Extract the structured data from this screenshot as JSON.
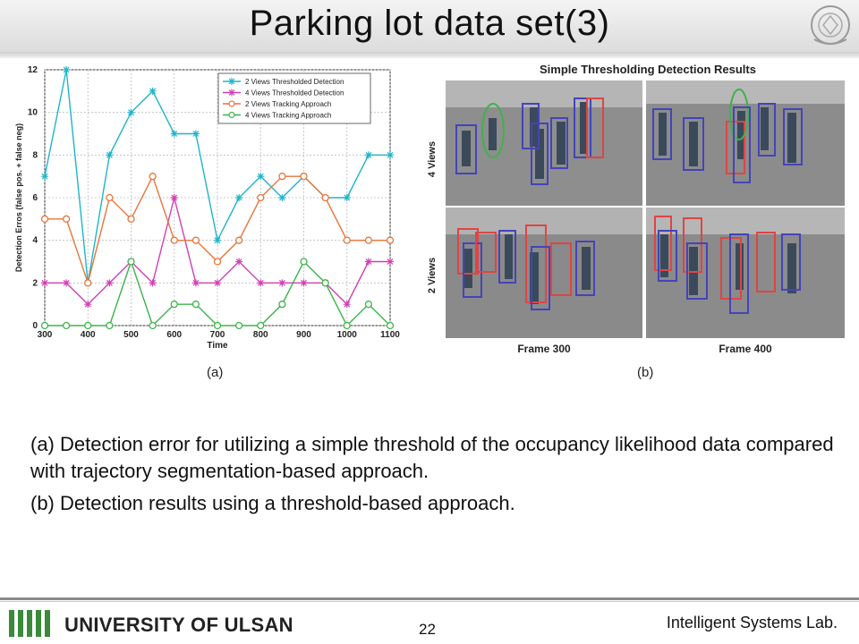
{
  "slide": {
    "title": "Parking lot data set(3)",
    "page_number": "22",
    "university": "UNIVERSITY OF ULSAN",
    "lab": "Intelligent Systems Lab."
  },
  "figure": {
    "caption_a": "(a)",
    "caption_b": "(b)",
    "panel_b_title": "Simple Thresholding Detection Results",
    "row_labels": [
      "4 Views",
      "2 Views"
    ],
    "column_labels": [
      "Frame 300",
      "Frame 400"
    ]
  },
  "body": {
    "line_a": "(a) Detection error for utilizing a simple threshold of the occupancy likelihood data compared with trajectory segmentation-based approach.",
    "line_b": "(b) Detection results using a threshold-based approach."
  },
  "chart_data": {
    "type": "line",
    "xlabel": "Time",
    "ylabel": "Detection Erros (false pos. + false neg)",
    "xlim": [
      300,
      1100
    ],
    "ylim": [
      0,
      12
    ],
    "grid": true,
    "legend_position": "top-right",
    "x": [
      300,
      350,
      400,
      450,
      500,
      550,
      600,
      650,
      700,
      750,
      800,
      850,
      900,
      950,
      1000,
      1050,
      1100
    ],
    "xticks": [
      300,
      400,
      500,
      600,
      700,
      800,
      900,
      1000,
      1100
    ],
    "yticks": [
      0,
      2,
      4,
      6,
      8,
      10,
      12
    ],
    "series": [
      {
        "name": "2 Views Thresholded Detection",
        "color": "#1fb5c9",
        "marker": "star",
        "values": [
          7,
          12,
          2,
          8,
          10,
          11,
          9,
          9,
          4,
          6,
          7,
          6,
          7,
          6,
          6,
          8,
          8
        ]
      },
      {
        "name": "4 Views Thresholded Detection",
        "color": "#d23fb4",
        "marker": "star",
        "values": [
          2,
          2,
          1,
          2,
          3,
          2,
          6,
          2,
          2,
          3,
          2,
          2,
          2,
          2,
          1,
          3,
          3
        ]
      },
      {
        "name": "2 Views Tracking Approach",
        "color": "#e8743b",
        "marker": "circle",
        "values": [
          5,
          5,
          2,
          6,
          5,
          7,
          4,
          4,
          3,
          4,
          6,
          7,
          7,
          6,
          4,
          4,
          4
        ]
      },
      {
        "name": "4 Views Tracking Approach",
        "color": "#3db34a",
        "marker": "circle",
        "values": [
          0,
          0,
          0,
          0,
          3,
          0,
          1,
          1,
          0,
          0,
          0,
          1,
          3,
          2,
          0,
          1,
          0
        ]
      }
    ]
  }
}
